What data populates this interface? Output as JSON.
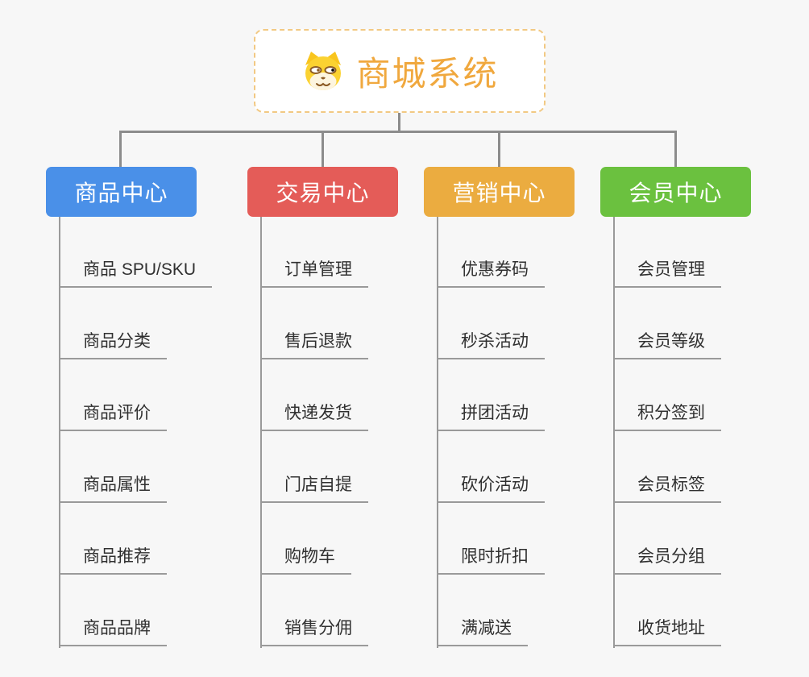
{
  "root": {
    "title": "商城系统",
    "icon": "dog-face-icon",
    "accent_color": "#F0A83E",
    "border_color": "#F2C983"
  },
  "palette": {
    "background": "#F7F7F7",
    "connector": "#8C8C8C",
    "item_line": "#9A9A9A",
    "item_text": "#303030"
  },
  "branches": [
    {
      "label": "商品中心",
      "color": "#4A90E8",
      "items": [
        "商品 SPU/SKU",
        "商品分类",
        "商品评价",
        "商品属性",
        "商品推荐",
        "商品品牌"
      ]
    },
    {
      "label": "交易中心",
      "color": "#E45C58",
      "items": [
        "订单管理",
        "售后退款",
        "快递发货",
        "门店自提",
        "购物车",
        "销售分佣"
      ]
    },
    {
      "label": "营销中心",
      "color": "#EBAC40",
      "items": [
        "优惠券码",
        "秒杀活动",
        "拼团活动",
        "砍价活动",
        "限时折扣",
        "满减送"
      ]
    },
    {
      "label": "会员中心",
      "color": "#6BC13F",
      "items": [
        "会员管理",
        "会员等级",
        "积分签到",
        "会员标签",
        "会员分组",
        "收货地址"
      ]
    }
  ]
}
